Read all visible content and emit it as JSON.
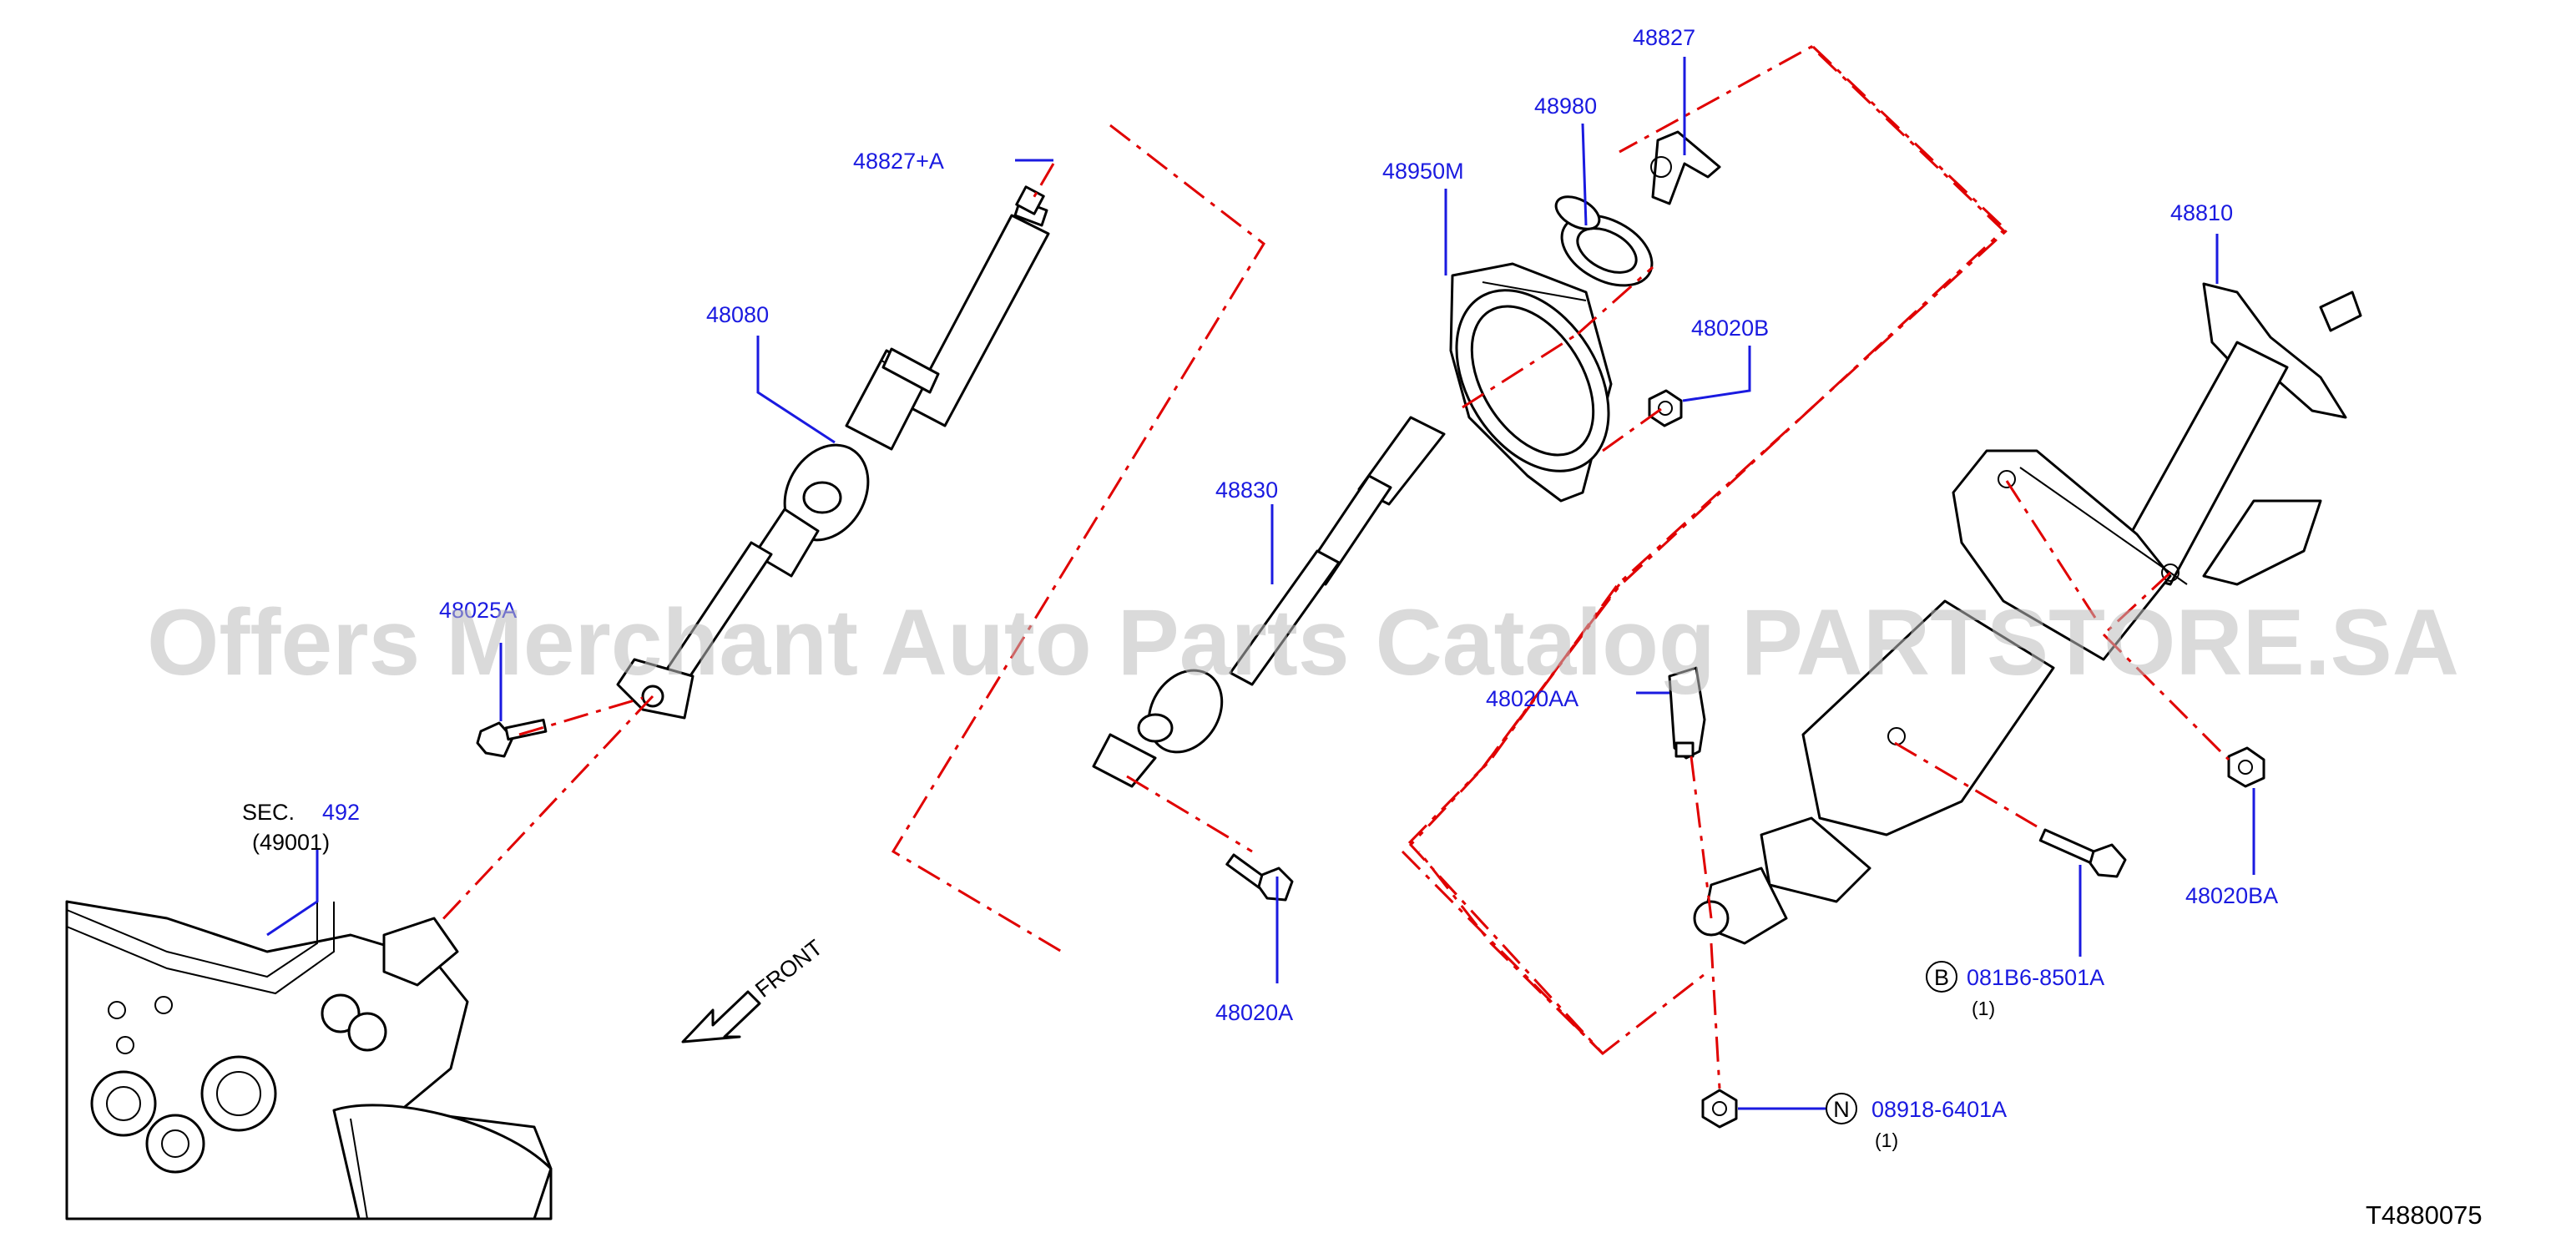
{
  "diagram_id": "T4880075",
  "watermark": "Offers Merchant Auto Parts Catalog PARTSTORE.SA",
  "front_label": "FRONT",
  "sec_ref": {
    "prefix": "SEC.",
    "number": "492",
    "sub": "(49001)"
  },
  "parts": {
    "p48827a": "48827+A",
    "p48080": "48080",
    "p48025a": "48025A",
    "p48950m": "48950M",
    "p48980": "48980",
    "p48827": "48827",
    "p48020b": "48020B",
    "p48830": "48830",
    "p48020a": "48020A",
    "p48810": "48810",
    "p48020aa": "48020AA",
    "p48020ba": "48020BA",
    "p081b6": "081B6-8501A",
    "p081b6_qty": "(1)",
    "p081b6_mark": "B",
    "p08918": "08918-6401A",
    "p08918_qty": "(1)",
    "p08918_mark": "N"
  },
  "colors": {
    "label": "#1a1ae0",
    "chain": "#e00000",
    "line": "#000000"
  }
}
